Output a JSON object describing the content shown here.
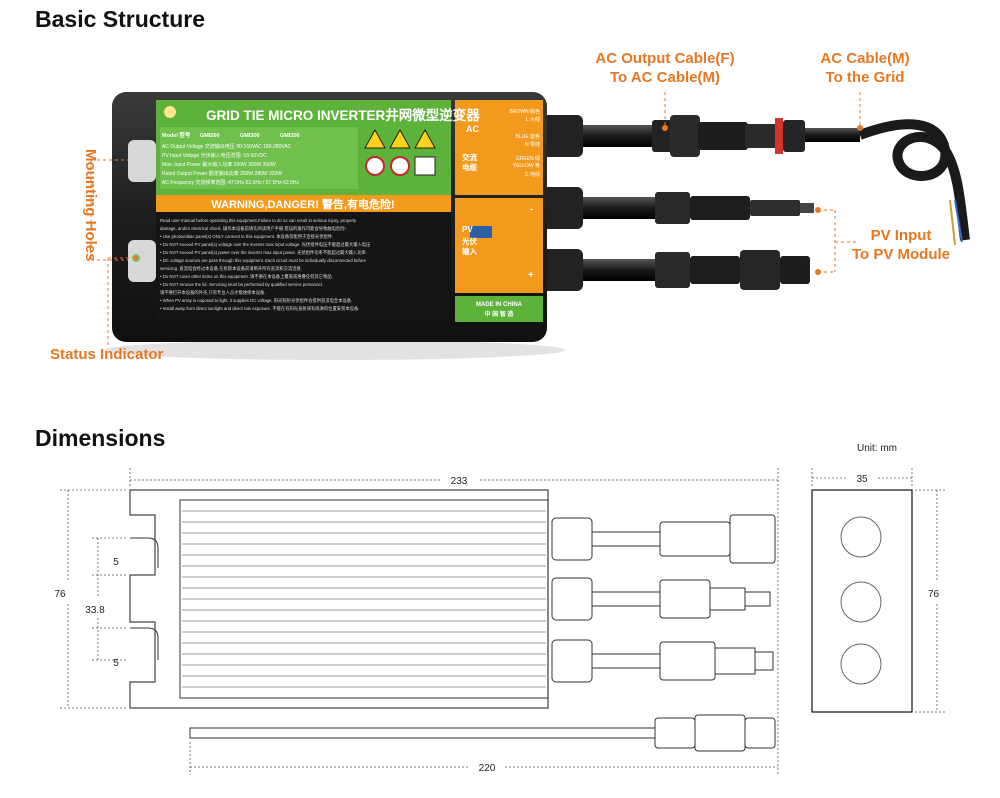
{
  "sections": {
    "structure_title": "Basic Structure",
    "dimensions_title": "Dimensions"
  },
  "callouts": {
    "ac_output": [
      "AC Output Cable(F)",
      "To AC Cable(M)"
    ],
    "ac_grid": [
      "AC Cable(M)",
      "To the Grid"
    ],
    "mounting": "Mounting Holes",
    "pv_input": [
      "PV Input",
      "To PV Module"
    ],
    "status": "Status Indicator"
  },
  "label": {
    "title": "GRID TIE MICRO INVERTER井网微型逆变器",
    "model_label": "Model 型号",
    "models": [
      "GMI260",
      "GMI300",
      "GMI350"
    ],
    "specs": [
      "AC Output Voltage 交流输出电压  80-160VAC  180-280VAC",
      "PV Input Voltage 光伏输入电压范围: 18-50VDC",
      "Max. Input Power 最大输入功率  260W  300W  350W",
      "Rated Output Power 额定输出功率  250W  280W  320W",
      "AC Frequency 交流频率范围: 47.5Hz-52.5Hz / 57.5Hz-62.5Hz"
    ],
    "warning": "WARNING,DANGER! 警告,有电危险!",
    "warning_text": [
      "Read user manual before operating this equipment.Failure to do so can result in serious injury, property",
      "damage, and/or electrical shock. 操作本设备前请先阅读用户手册,错误的操作可能会导致触电危险!",
      "• Use photovoltaic panel(s) ONLY connect to this equipment. 本设备仅能用于连接光伏组件.",
      "• Do NOT exceed PV panel(s) voltage over the inverter max input voltage. 光伏组件电压不能超过最大输入电压",
      "• Do NOT exceed PV panel(s) power over the inverter max input power. 光伏组件功率不能超过最大输入功率.",
      "• DC voltage sources are pass through this equipment. Each circuit must be individually disconnected before",
      "  servicing. 直流电会经过本设备,在拆卸本设备前请断开所有直流和交流连接.",
      "• Do NOT cover other items on this equipment. 请不要在本设备上覆盖或堆叠任何其它物品.",
      "• Do NOT remove the lid. Servicing must be performed by qualified service personnel.",
      "  请不要打开本设备的外壳,只有专业人员才能维修本设备.",
      "• When PV array is exposed to light, it supplies DC voltage. 阳光照射光伏组件会提供直流电至本设备.",
      "• Install away from direct sunlight and direct rain exposure. 不能在有阳光直射或有雨淋的位置安装本设备."
    ],
    "ac_panel": {
      "title": "AC",
      "cn": [
        "交流",
        "电缆"
      ],
      "wires": [
        "BROWN 棕色",
        "L 火线",
        "BLUE 蓝色",
        "N 零线",
        "GREEN 绿",
        "YELLOW 黄",
        "G 地线"
      ]
    },
    "pv_panel": {
      "title": "PV",
      "cn": [
        "光伏",
        "输入"
      ],
      "minus": "-",
      "plus": "+"
    },
    "made_in": "MADE IN CHINA",
    "made_in_cn": "中 国 智 造"
  },
  "dimensions": {
    "unit": "Unit: mm",
    "length": "233",
    "height": "76",
    "side_height": "76",
    "width": "35",
    "cable": "220",
    "slot_spacing": "33.8",
    "slot_top": "5",
    "slot_bottom": "5"
  },
  "colors": {
    "orange": "#e87722",
    "label_green": "#5db33a",
    "label_orange": "#f39a1c",
    "body_dark": "#1c1c1c"
  }
}
